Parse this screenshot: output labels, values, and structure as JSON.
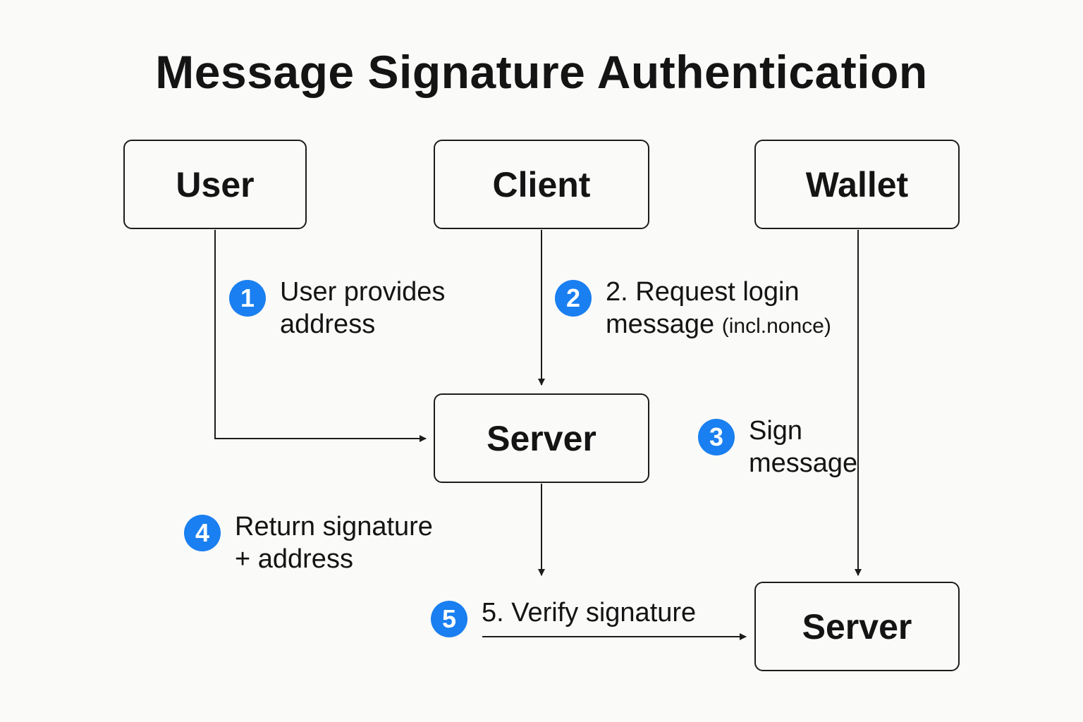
{
  "title": "Message Signature Authentication",
  "nodes": {
    "user": "User",
    "client": "Client",
    "wallet": "Wallet",
    "server_mid": "Server",
    "server_bottom": "Server"
  },
  "steps": [
    {
      "number": "1",
      "line1": "User provides",
      "line2": "address"
    },
    {
      "number": "2",
      "line1": "2. Request login",
      "line2": "message",
      "line2_small": "(incl.nonce)"
    },
    {
      "number": "3",
      "line1": "Sign",
      "line2": "message"
    },
    {
      "number": "4",
      "line1": "Return signature",
      "line2": "+ address"
    },
    {
      "number": "5",
      "line1": "5. Verify signature"
    }
  ],
  "colors": {
    "badge": "#1a7ff0",
    "stroke": "#1c1c1c",
    "background": "#fafaf8"
  }
}
